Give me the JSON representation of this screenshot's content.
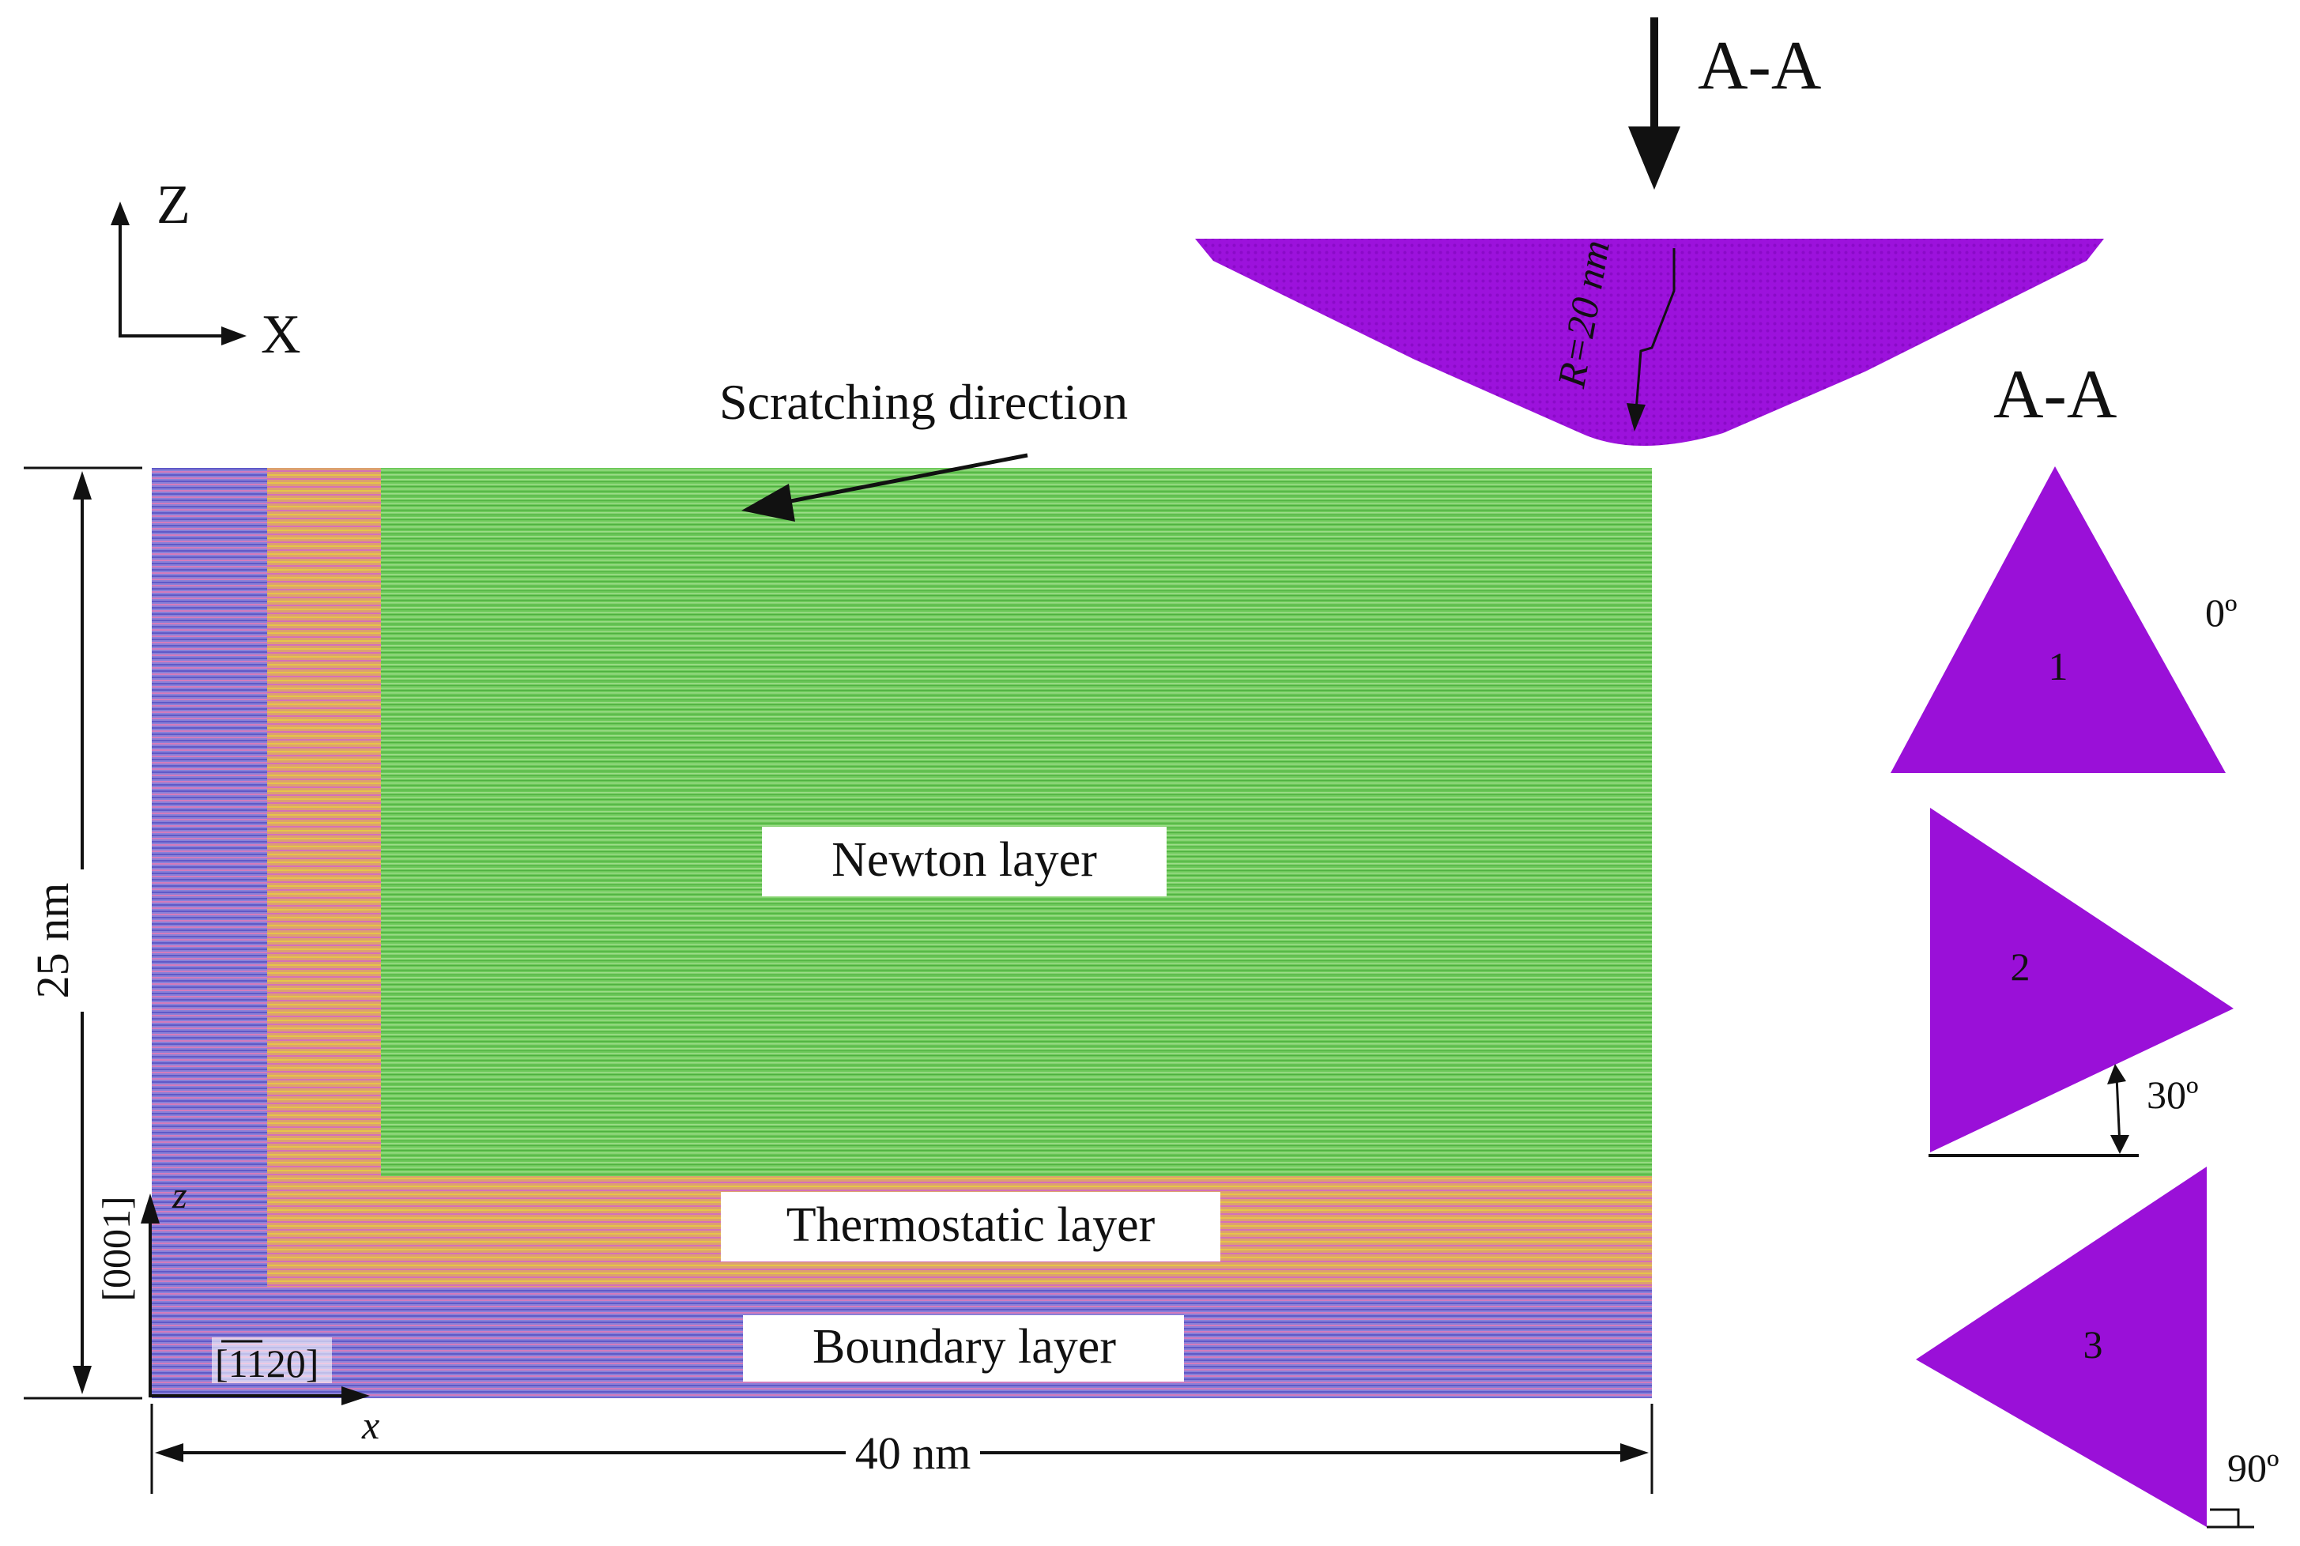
{
  "colors": {
    "boundary_purple": "#7a6ad0",
    "thermostat_pink": "#d888b8",
    "thermostat_yellow": "#d8c060",
    "newton_green": "#6cc858",
    "tool_purple": "#9a10d8",
    "arrow": "#111111"
  },
  "axes_top": {
    "z": "Z",
    "x": "X"
  },
  "section_label_top": "A-A",
  "section_label_side": "A-A",
  "tool_radius_label": "R=20 nm",
  "scratch_label": "Scratching direction",
  "layers": {
    "newton": "Newton layer",
    "thermostatic": "Thermostatic layer",
    "boundary": "Boundary layer"
  },
  "dimensions": {
    "height": "25 nm",
    "width": "40 nm"
  },
  "crystal_axes": {
    "z_axis": "z",
    "z_direction": "[0001]",
    "x_axis": "x",
    "x_direction": "[1120]"
  },
  "orientations": [
    {
      "number": "1",
      "angle": "0º"
    },
    {
      "number": "2",
      "angle": "30º"
    },
    {
      "number": "3",
      "angle": "90º"
    }
  ]
}
